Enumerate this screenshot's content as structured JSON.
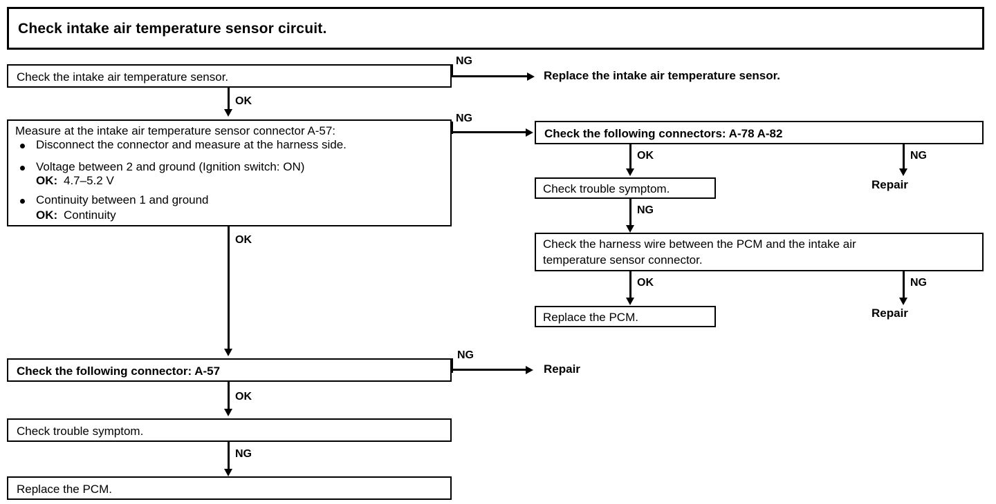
{
  "diagram": {
    "title": "Check intake air temperature sensor circuit.",
    "left_column": {
      "step1": "Check the intake air temperature sensor.",
      "step1_ng_label": "NG",
      "step1_ng_result": "Replace the intake air temperature sensor.",
      "step1_ok_label": "OK",
      "step2": {
        "heading": "Measure at the intake air temperature sensor connector A-57:",
        "bullets": [
          {
            "text": "Disconnect the connector and measure at the harness side."
          },
          {
            "text": "Voltage between 2 and ground (Ignition switch: ON)",
            "sub_label": "OK:",
            "sub_value": "4.7–5.2 V"
          },
          {
            "text": "Continuity between 1 and ground",
            "sub_label": "OK:",
            "sub_value": "Continuity"
          }
        ]
      },
      "step2_ng_label": "NG",
      "step2_ok_label": "OK",
      "step3": "Check the following connector: A-57",
      "step3_ng_label": "NG",
      "step3_ng_result": "Repair",
      "step3_ok_label": "OK",
      "step4": "Check trouble symptom.",
      "step4_ng_label": "NG",
      "step5": "Replace the PCM."
    },
    "right_column": {
      "step1": "Check the following connectors: A-78 A-82",
      "step1_ok_label": "OK",
      "step1_ng_label": "NG",
      "step1_ng_result": "Repair",
      "step2": "Check trouble symptom.",
      "step2_ng_label": "NG",
      "step3_line1": "Check the harness wire between the PCM and the intake air",
      "step3_line2": "temperature sensor connector.",
      "step3_ok_label": "OK",
      "step3_ng_label": "NG",
      "step3_ng_result": "Repair",
      "step4": "Replace the PCM."
    }
  }
}
